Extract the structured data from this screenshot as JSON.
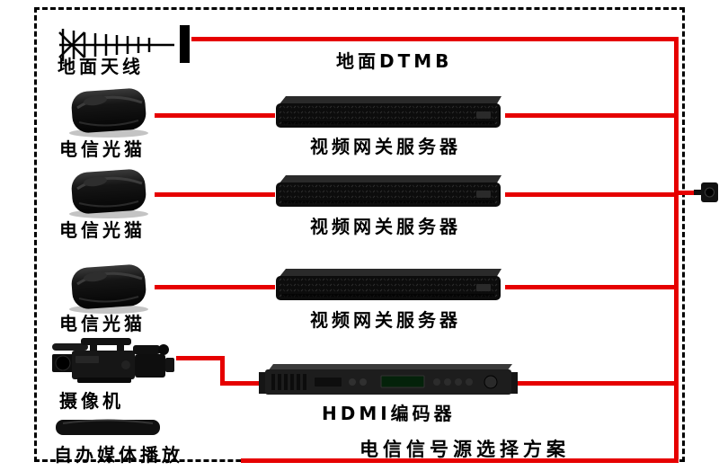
{
  "diagram": {
    "title": "电信信号源选择方案",
    "colors": {
      "line": "#e60000",
      "frame": "#000000",
      "device": "#111111"
    },
    "antenna": {
      "label": "地面天线"
    },
    "dtmb_label": "地面DTMB",
    "modems": [
      {
        "label": "电信光猫"
      },
      {
        "label": "电信光猫"
      },
      {
        "label": "电信光猫"
      }
    ],
    "servers": [
      {
        "label": "视频网关服务器"
      },
      {
        "label": "视频网关服务器"
      },
      {
        "label": "视频网关服务器"
      }
    ],
    "camera": {
      "label": "摄像机"
    },
    "media_player": {
      "label": "自办媒体播放"
    },
    "encoder": {
      "label": "HDMI编码器"
    },
    "icons": {
      "antenna": "yagi-antenna-icon",
      "modem": "optical-modem-icon",
      "server": "rack-server-icon",
      "camera": "video-camera-icon",
      "media_player": "media-player-box-icon",
      "encoder": "hdmi-encoder-rack-icon",
      "plug": "rf-plug-icon"
    }
  }
}
